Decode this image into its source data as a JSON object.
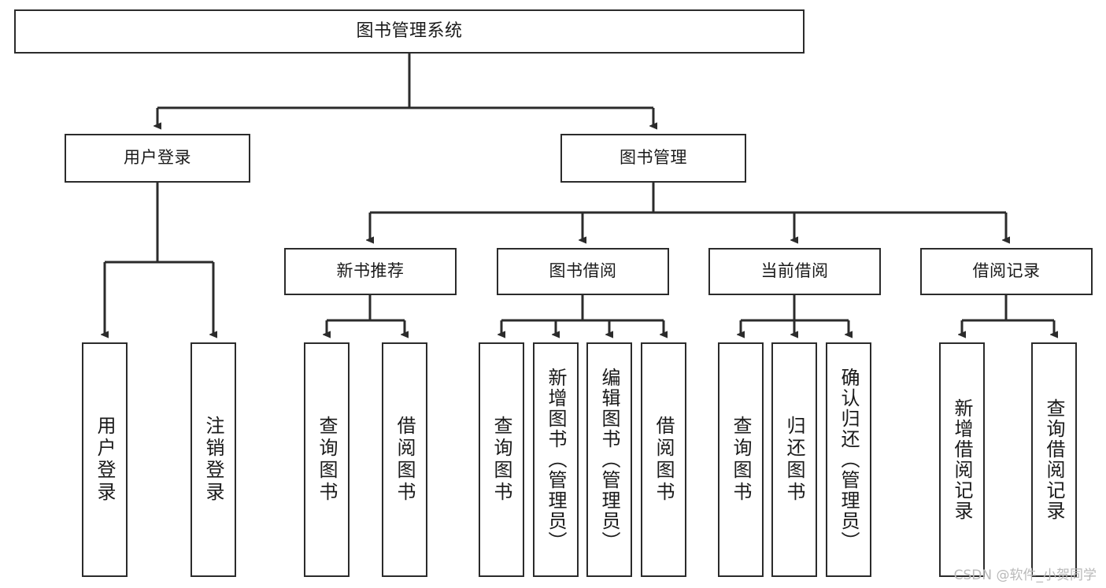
{
  "diagram": {
    "title": "图书管理系统",
    "type": "functional-structure-tree",
    "stroke_color": "#2b2b2b",
    "fill_color": "#ffffff",
    "text_color": "#1a1a1a",
    "watermark": "CSDN @软件_小贺同学",
    "levels": {
      "root": {
        "label": "图书管理系统"
      },
      "level1": [
        {
          "id": "user-login",
          "label": "用户登录"
        },
        {
          "id": "book-manage",
          "label": "图书管理"
        }
      ],
      "level2": [
        {
          "id": "new-book-recommend",
          "label": "新书推荐",
          "parent": "book-manage"
        },
        {
          "id": "book-borrow",
          "label": "图书借阅",
          "parent": "book-manage"
        },
        {
          "id": "current-borrow",
          "label": "当前借阅",
          "parent": "book-manage"
        },
        {
          "id": "borrow-record",
          "label": "借阅记录",
          "parent": "book-manage"
        }
      ],
      "leaves": [
        {
          "id": "leaf-user-login",
          "label": "用户登录",
          "parent": "user-login"
        },
        {
          "id": "leaf-logout-login",
          "label": "注销登录",
          "parent": "user-login"
        },
        {
          "id": "leaf-query-book-1",
          "label": "查询图书",
          "parent": "new-book-recommend"
        },
        {
          "id": "leaf-borrow-book-1",
          "label": "借阅图书",
          "parent": "new-book-recommend"
        },
        {
          "id": "leaf-query-book-2",
          "label": "查询图书",
          "parent": "book-borrow"
        },
        {
          "id": "leaf-add-book",
          "label": "新增图书（管理员）",
          "parent": "book-borrow"
        },
        {
          "id": "leaf-edit-book",
          "label": "编辑图书（管理员）",
          "parent": "book-borrow"
        },
        {
          "id": "leaf-borrow-book-2",
          "label": "借阅图书",
          "parent": "book-borrow"
        },
        {
          "id": "leaf-query-book-3",
          "label": "查询图书",
          "parent": "current-borrow"
        },
        {
          "id": "leaf-return-book",
          "label": "归还图书",
          "parent": "current-borrow"
        },
        {
          "id": "leaf-confirm-return",
          "label": "确认归还（管理员）",
          "parent": "current-borrow"
        },
        {
          "id": "leaf-add-record",
          "label": "新增借阅记录",
          "parent": "borrow-record"
        },
        {
          "id": "leaf-query-record",
          "label": "查询借阅记录",
          "parent": "borrow-record"
        }
      ]
    }
  }
}
